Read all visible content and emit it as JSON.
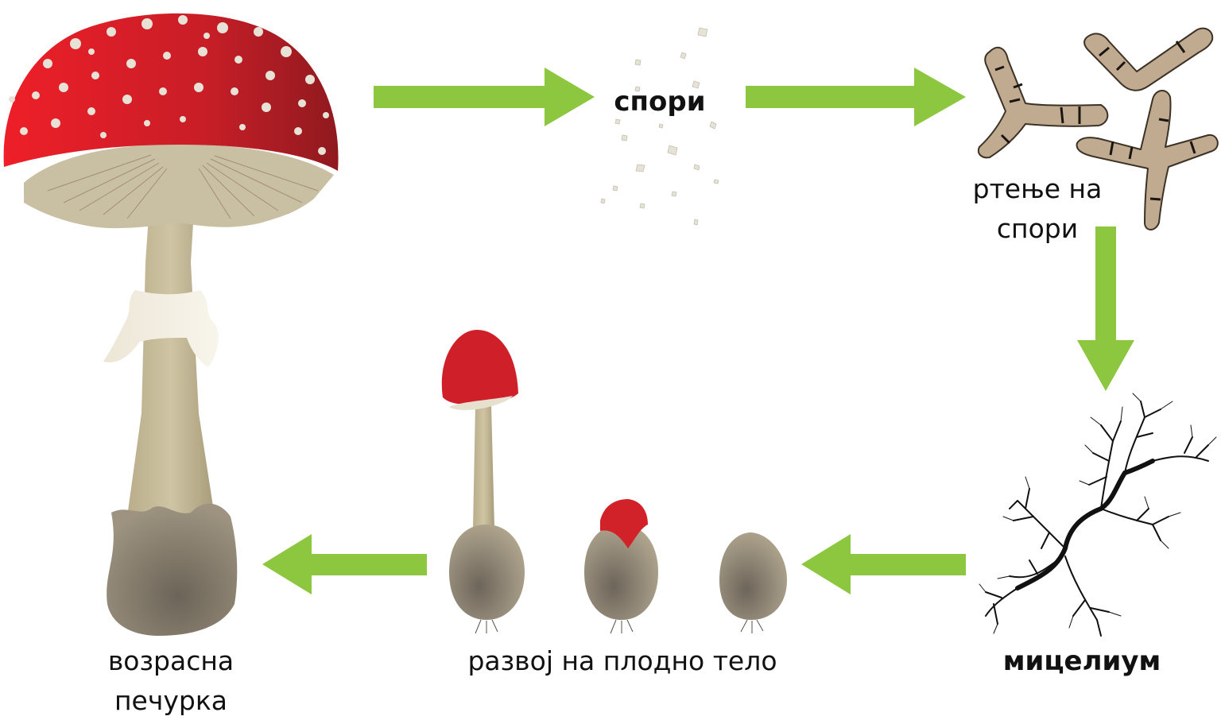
{
  "diagram": {
    "labels": {
      "spores": "спори",
      "germination_line1": "ртење на",
      "germination_line2": "спори",
      "mycelium": "мицелиум",
      "fruiting_body_development": "развој на плодно тело",
      "adult_mushroom_line1": "возрасна",
      "adult_mushroom_line2": "печурка"
    },
    "colors": {
      "arrow": "#8dc63f",
      "cap_red": "#d9222a",
      "gills": "#c9bfa3",
      "stem": "#c8bc98",
      "volva": "#8c8373",
      "hyphae": "#bba98f",
      "mycelium": "#111111"
    }
  }
}
